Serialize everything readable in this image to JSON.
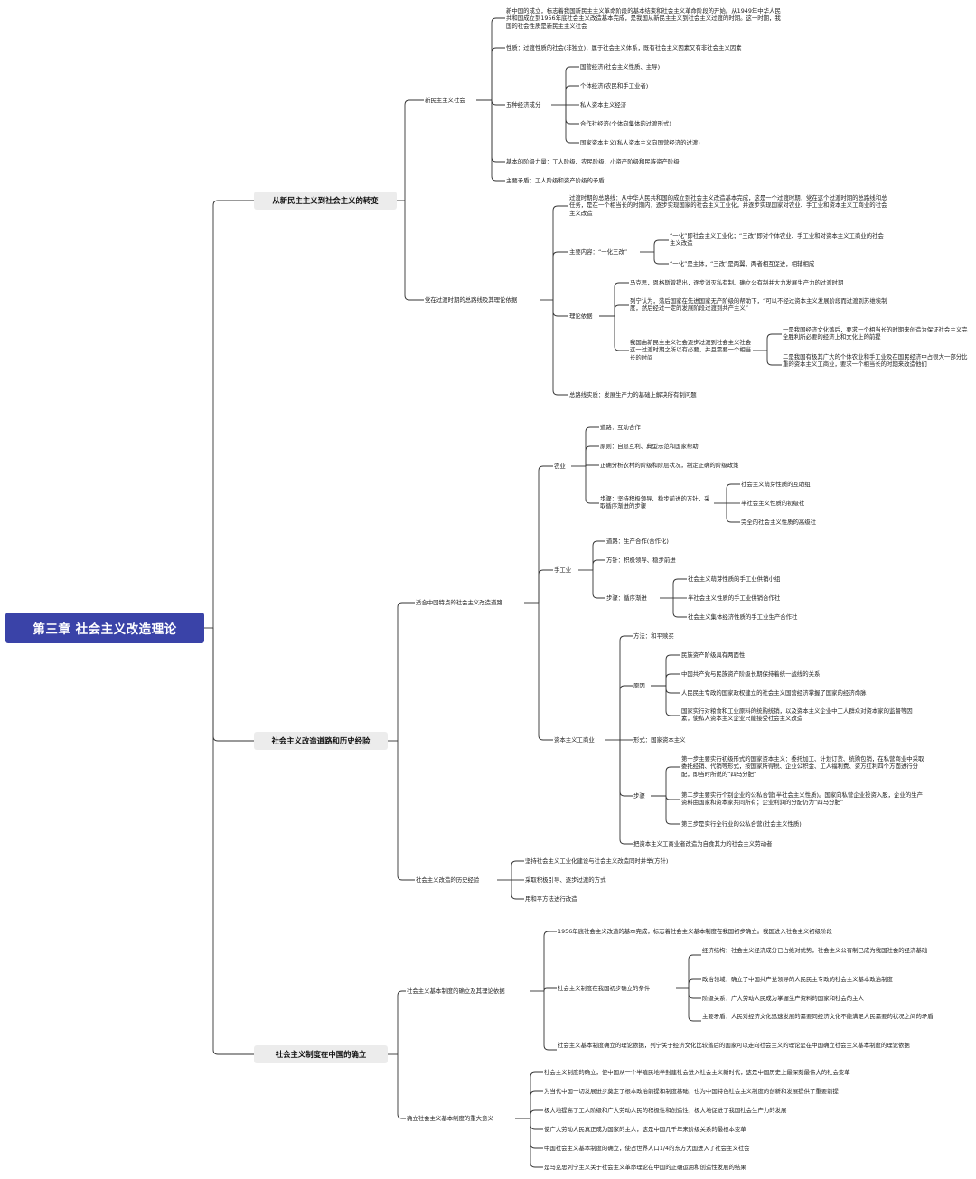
{
  "root": "第三章  社会主义改造理论",
  "sections": [
    "从新民主主义到社会主义的转变",
    "社会主义改造道路和历史经验",
    "社会主义制度在中国的确立"
  ],
  "nodes": {
    "s1_a": "新民主主义社会",
    "s1_a1": "新中国的成立，标志着我国新民主主义革命阶段的基本结束和社会主义革命阶段的开始。从1949年中华人民共和国成立到1956年底社会主义改造基本完成，是我国从新民主主义到社会主义过渡的时期。这一时期，我国的社会性质是新民主主义社会",
    "s1_a2": "性质：过渡性质的社会(非独立)，属于社会主义体系，既有社会主义因素又有非社会主义因素",
    "s1_a3": "五种经济成分",
    "s1_a3_1": "国营经济(社会主义性质、主导)",
    "s1_a3_2": "个体经济(农民和手工业者)",
    "s1_a3_3": "私人资本主义经济",
    "s1_a3_4": "合作社经济(个体向集体的过渡形式)",
    "s1_a3_5": "国家资本主义(私人资本主义向国营经济的过渡)",
    "s1_a4": "基本的阶级力量：工人阶级、农民阶级、小资产阶级和民族资产阶级",
    "s1_a5": "主要矛盾：工人阶级和资产阶级的矛盾",
    "s1_b": "党在过渡时期的总路线及其理论依据",
    "s1_b1": "过渡时期的总路线：从中华人民共和国的成立到社会主义改造基本完成，这是一个过渡时期，党在这个过渡时期的总路线和总任务，是在一个相当长的时期内，逐步实现国家的社会主义工业化，并逐步实现国家对农业、手工业和资本主义工商业的社会主义改造",
    "s1_b2": "主要内容：“一化三改”",
    "s1_b2_1": "“一化”即社会主义工业化；“三改”即对个体农业、手工业和对资本主义工商业的社会主义改造",
    "s1_b2_2": "“一化”是主体，“三改”是两翼，两者相互促进，相辅相成",
    "s1_b3": "理论依据",
    "s1_b3_1": "马克思，恩格斯曾提出，逐步消灭私有制、确立公有制并大力发展生产力的过渡时期",
    "s1_b3_2": "列宁认为，落后国家在先进国家无产阶级的帮助下，“可以不经过资本主义发展阶段而过渡到苏维埃制度，然后经过一定的发展阶段过渡到共产主义”",
    "s1_b3_3": "我国由新民主主义社会逐步过渡到社会主义社会这一过渡时期之所以有必要，并且需要一个相当长的时间",
    "s1_b3_3a": "一是我国经济文化落后，要求一个相当长的时期来创造为保证社会主义完全胜利所必要的经济上和文化上的前提",
    "s1_b3_3b": "二是我国有极其广大的个体农业和手工业及在国民经济中占很大一部分比重的资本主义工商业，要求一个相当长的时期来改造他们",
    "s1_b4": "总路线实质：发展生产力的基础上解决所有制问题",
    "s2_a": "适合中国特点的社会主义改造道路",
    "s2_a1": "农业",
    "s2_a1_1": "道路：互助合作",
    "s2_a1_2": "原则：自愿互利、典型示范和国家帮助",
    "s2_a1_3": "正确分析农村的阶级和阶层状况，制定正确的阶级政策",
    "s2_a1_4": "步骤：坚持积极领导、稳步前进的方针，采取循序渐进的步骤",
    "s2_a1_4a": "社会主义萌芽性质的互助组",
    "s2_a1_4b": "半社会主义性质的初级社",
    "s2_a1_4c": "完全的社会主义性质的高级社",
    "s2_a2": "手工业",
    "s2_a2_1": "道路：生产合作(合作化)",
    "s2_a2_2": "方针：积极领导、稳步前进",
    "s2_a2_3": "步骤：循序渐进",
    "s2_a2_3a": "社会主义萌芽性质的手工业供销小组",
    "s2_a2_3b": "半社会主义性质的手工业供销合作社",
    "s2_a2_3c": "社会主义集体经济性质的手工业生产合作社",
    "s2_a3": "资本主义工商业",
    "s2_a3_1": "方法：和平赎买",
    "s2_a3_2": "原因",
    "s2_a3_2a": "民族资产阶级具有两面性",
    "s2_a3_2b": "中国共产党与民族资产阶级长期保持着统一战线的关系",
    "s2_a3_2c": "人民民主专政的国家政权建立的社会主义国营经济掌握了国家的经济命脉",
    "s2_a3_2d": "国家实行对粮食和工业原料的统购统销，以及资本主义企业中工人群众对资本家的监督等因素，使私人资本主义企业只能接受社会主义改造",
    "s2_a3_3": "形式：国家资本主义",
    "s2_a3_4": "步骤",
    "s2_a3_4a": "第一步主要实行初级形式的国家资本主义：委托加工、计划订货、统购包销，在私营商业中采取委托经销、代销等形式，按国家所得税、企业公积金、工人福利费、资方红利四个方面进行分配，即当时所说的“四马分肥”",
    "s2_a3_4b": "第二步主要实行个别企业的公私合营(半社会主义性质)。国家向私营企业投资入股，企业的生产资料由国家和资本家共同所有；企业利润的分配仍为“四马分肥”",
    "s2_a3_4c": "第三步是实行全行业的公私合营(社会主义性质)",
    "s2_a3_5": "把资本主义工商业者改造为自食其力的社会主义劳动者",
    "s2_b": "社会主义改造的历史经验",
    "s2_b1": "坚持社会主义工业化建设与社会主义改造同时并举(方针)",
    "s2_b2": "采取积极引导、逐步过渡的方式",
    "s2_b3": "用和平方法进行改造",
    "s3_a": "社会主义基本制度的确立及其理论依据",
    "s3_a1": "1956年底社会主义改造的基本完成，标志着社会主义基本制度在我国初步确立。我国进入社会主义初级阶段",
    "s3_a2": "社会主义制度在我国初步确立的条件",
    "s3_a2_1": "经济结构：社会主义经济成分已占绝对优势，社会主义公有制已成为我国社会的经济基础",
    "s3_a2_2": "政治领域：确立了中国共产党领导的人民民主专政的社会主义基本政治制度",
    "s3_a2_3": "阶级关系：广大劳动人民成为掌握生产资料的国家和社会的主人",
    "s3_a2_4": "主要矛盾：人民对经济文化迅速发展的需要同经济文化不能满足人民需要的状况之间的矛盾",
    "s3_a3": "社会主义基本制度确立的理论依据，列宁关于经济文化比较落后的国家可以走向社会主义的理论是在中国确立社会主义基本制度的理论依据",
    "s3_b": "确立社会主义基本制度的重大意义",
    "s3_b1": "社会主义制度的确立，使中国从一个半殖民地半封建社会进入社会主义新时代，这是中国历史上最深刻最伟大的社会变革",
    "s3_b2": "为当代中国一切发展进步奠定了根本政治前提和制度基础，也为中国特色社会主义制度的创新和发展提供了重要前提",
    "s3_b3": "极大地提高了工人阶级和广大劳动人民的积极性和创造性，极大地促进了我国社会生产力的发展",
    "s3_b4": "使广大劳动人民真正成为国家的主人，这是中国几千年来阶级关系的最根本变革",
    "s3_b5": "中国社会主义基本制度的确立，使占世界人口1/4的东方大国进入了社会主义社会",
    "s3_b6": "是马克思列宁主义关于社会主义革命理论在中国的正确运用和创造性发展的结果"
  }
}
